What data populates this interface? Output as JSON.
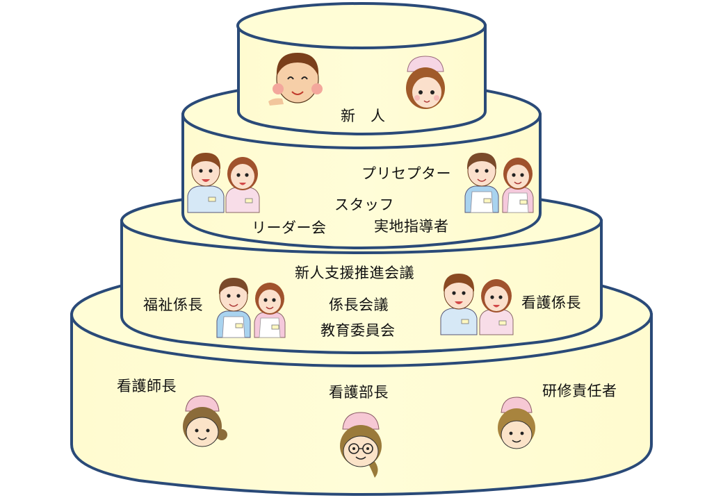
{
  "diagram": {
    "type": "layered-cake",
    "background": "#ffffff",
    "fill_color": "#fffccc",
    "stroke_color": "#2a4a78",
    "tiers": [
      {
        "level": 1,
        "position": "top",
        "labels": {
          "main": "新　人"
        },
        "people": [
          "newcomer-male",
          "newcomer-female-nurse"
        ]
      },
      {
        "level": 2,
        "labels": {
          "preceptor": "プリセプター",
          "staff": "スタッフ",
          "leader_meeting": "リーダー会",
          "practical_instructor": "実地指導者"
        },
        "people": [
          "staff-male-nurse",
          "staff-female-nurse",
          "caregiver-male",
          "caregiver-female"
        ]
      },
      {
        "level": 3,
        "labels": {
          "newcomer_support_meeting": "新人支援推進会議",
          "welfare_chief": "福祉係長",
          "chief_meeting": "係長会議",
          "education_committee": "教育委員会",
          "nursing_chief": "看護係長"
        },
        "people": [
          "caregiver-male",
          "caregiver-female",
          "staff-male-nurse",
          "staff-female-nurse"
        ]
      },
      {
        "level": 4,
        "position": "base",
        "labels": {
          "head_nurse": "看護師長",
          "nursing_director": "看護部長",
          "training_manager": "研修責任者"
        },
        "people": [
          "head-nurse",
          "nursing-director",
          "training-manager"
        ]
      }
    ]
  }
}
